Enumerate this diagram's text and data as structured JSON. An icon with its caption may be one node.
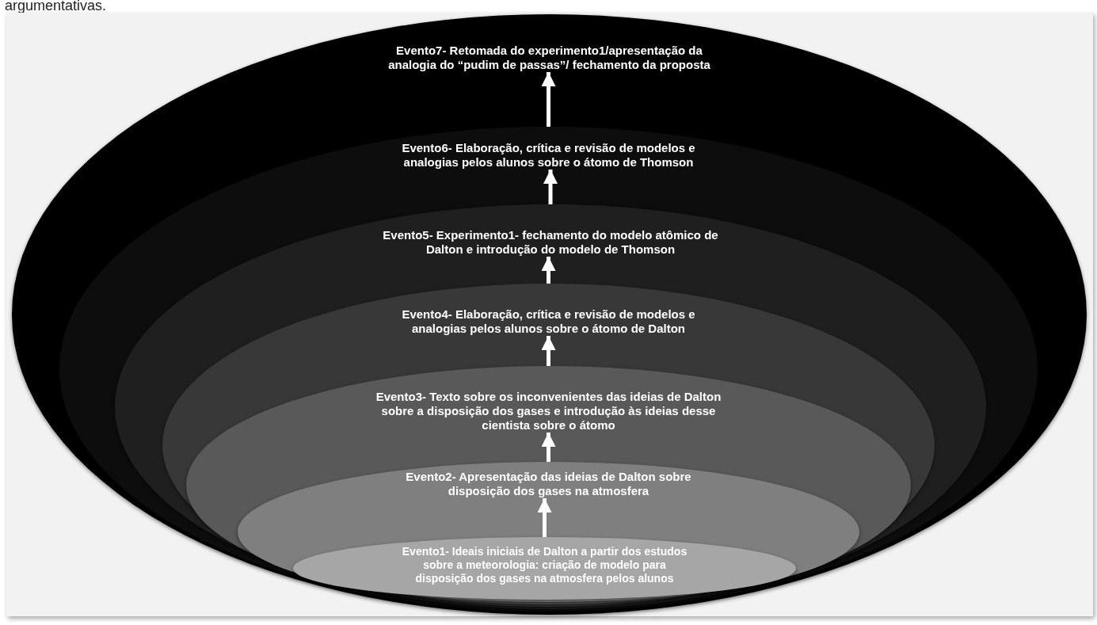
{
  "diagram": {
    "nodes": [
      {
        "text": [
          "Evento7- Retomada do experimento1/apresentação da analogia do “pudim de passas”/ fechamento da proposta"
        ]
      },
      {
        "text": [
          "Evento6- Elaboração, crítica e revisão de modelos e analogias pelos alunos sobre o átomo de Thomson"
        ],
        "in": 0
      },
      {
        "text": [
          "Evento5- Experimento1- fechamento do modelo atômico de Dalton e introdução do modelo de Thomson"
        ],
        "in": 1
      },
      {
        "text": [
          "Evento4- Elaboração, crítica e revisão de modelos e analogias pelos alunos sobre o átomo de Dalton"
        ],
        "in": 2
      },
      {
        "text": [
          "Evento3- Texto sobre os inconvenientes das ideias de Dalton sobre a disposição dos gases e introdução às ideias desse cientista sobre o átomo"
        ],
        "in": 3
      },
      {
        "text": [
          "Evento2- Apresentação das ideias de Dalton sobre disposição dos gases na atmosfera"
        ],
        "in": 4
      },
      {
        "text": [
          "Evento1- Ideais iniciais de Dalton a partir dos estudos sobre a meteorologia: criação de modelo para disposição dos gases na atmosfera pelos alunos"
        ],
        "in": 5
      }
    ],
    "edges": [
      {
        "from": 6,
        "to": 5,
        "arrow": "to"
      },
      {
        "from": 5,
        "to": 4,
        "arrow": "to"
      },
      {
        "from": 4,
        "to": 3,
        "arrow": "to"
      },
      {
        "from": 3,
        "to": 2,
        "arrow": "to"
      },
      {
        "from": 2,
        "to": 1,
        "arrow": "to"
      },
      {
        "from": 1,
        "to": 0,
        "arrow": "to"
      }
    ],
    "labels": [
      "argumentativas."
    ]
  }
}
